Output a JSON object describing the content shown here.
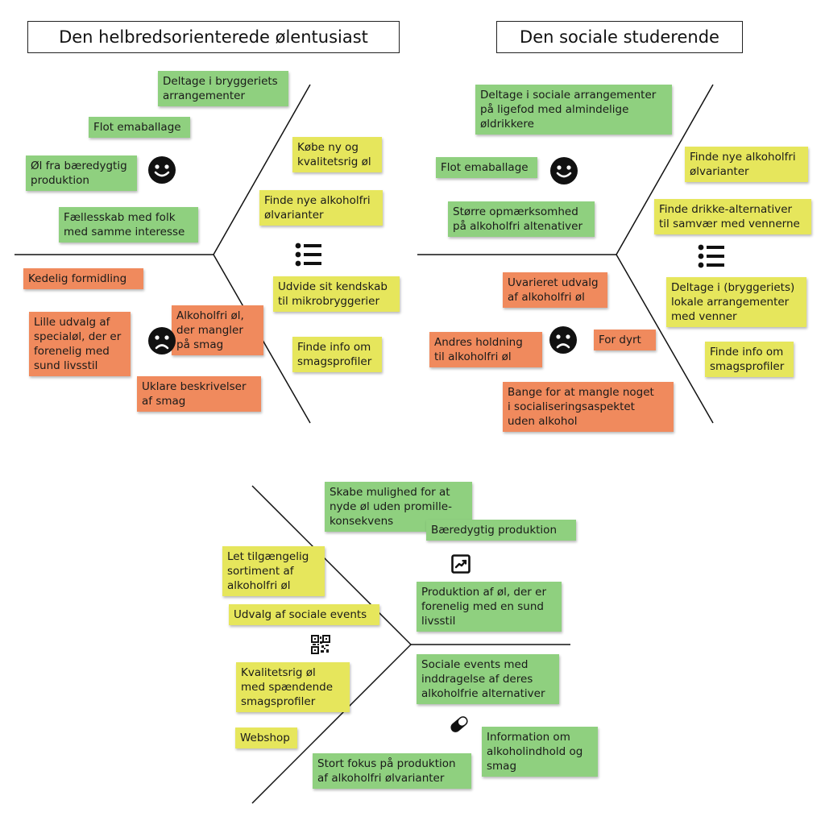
{
  "colors": {
    "gain": "#8fd07f",
    "task": "#e6e65c",
    "pain": "#f08a5d",
    "line": "#111111"
  },
  "persona1": {
    "title": "Den helbredsorienterede ølentusiast",
    "gains": [
      "Deltage i bryggeriets\narrangementer",
      "Flot emaballage",
      "Øl fra bæredygtig\nproduktion",
      "Fællesskab med folk\nmed samme interesse"
    ],
    "tasks": [
      "Købe ny og\nkvalitetsrig øl",
      "Finde nye alkoholfri\nølvarianter",
      "Udvide sit kendskab\ntil mikrobryggerier",
      "Finde info om\nsmagsprofiler"
    ],
    "pains": [
      "Kedelig formidling",
      "Lille udvalg af\nspecialøl, der er\nforenelig med\nsund livsstil",
      "Alkoholfri øl,\nder mangler\npå smag",
      "Uklare beskrivelser\naf smag"
    ],
    "icons": {
      "gain": "smiley-icon",
      "task": "list-icon",
      "pain": "sad-face-icon"
    }
  },
  "persona2": {
    "title": "Den sociale studerende",
    "gains": [
      "Deltage i sociale arrangementer\npå ligefod med almindelige\nøldrikkere",
      "Flot emaballage",
      "Større opmærksomhed\npå alkoholfri altenativer"
    ],
    "tasks": [
      "Finde nye alkoholfri\nølvarianter",
      "Finde drikke-alternativer\ntil samvær med vennerne",
      "Deltage i (bryggeriets)\nlokale arrangementer\nmed venner",
      "Finde info om\nsmagsprofiler"
    ],
    "pains": [
      "Uvarieret udvalg\naf alkoholfri øl",
      "Andres holdning\ntil alkoholfri øl",
      "For dyrt",
      "Bange for at mangle noget\ni socialiseringsaspektet\nuden alkohol"
    ],
    "icons": {
      "gain": "smiley-icon",
      "task": "list-icon",
      "pain": "sad-face-icon"
    }
  },
  "value_map": {
    "gain_creators": [
      "Skabe mulighed for at\nnyde øl uden promille-\nkonsekvens",
      "Bæredygtig produktion",
      "Produktion af øl, der er\nforenelig med en sund\nlivsstil"
    ],
    "products": [
      "Let tilgængelig\nsortiment af\nalkoholfri øl",
      "Udvalg af sociale events",
      "Kvalitetsrig øl\nmed spændende\nsmagsprofiler",
      "Webshop"
    ],
    "pain_relievers": [
      "Sociale events med\ninddragelse af deres\nalkoholfrie alternativer",
      "Information om\nalkoholindhold og\nsmag",
      "Stort fokus på produktion\naf alkoholfri ølvarianter"
    ],
    "icons": {
      "gain": "chart-trend-icon",
      "product": "qr-code-icon",
      "pain": "pill-icon"
    }
  }
}
